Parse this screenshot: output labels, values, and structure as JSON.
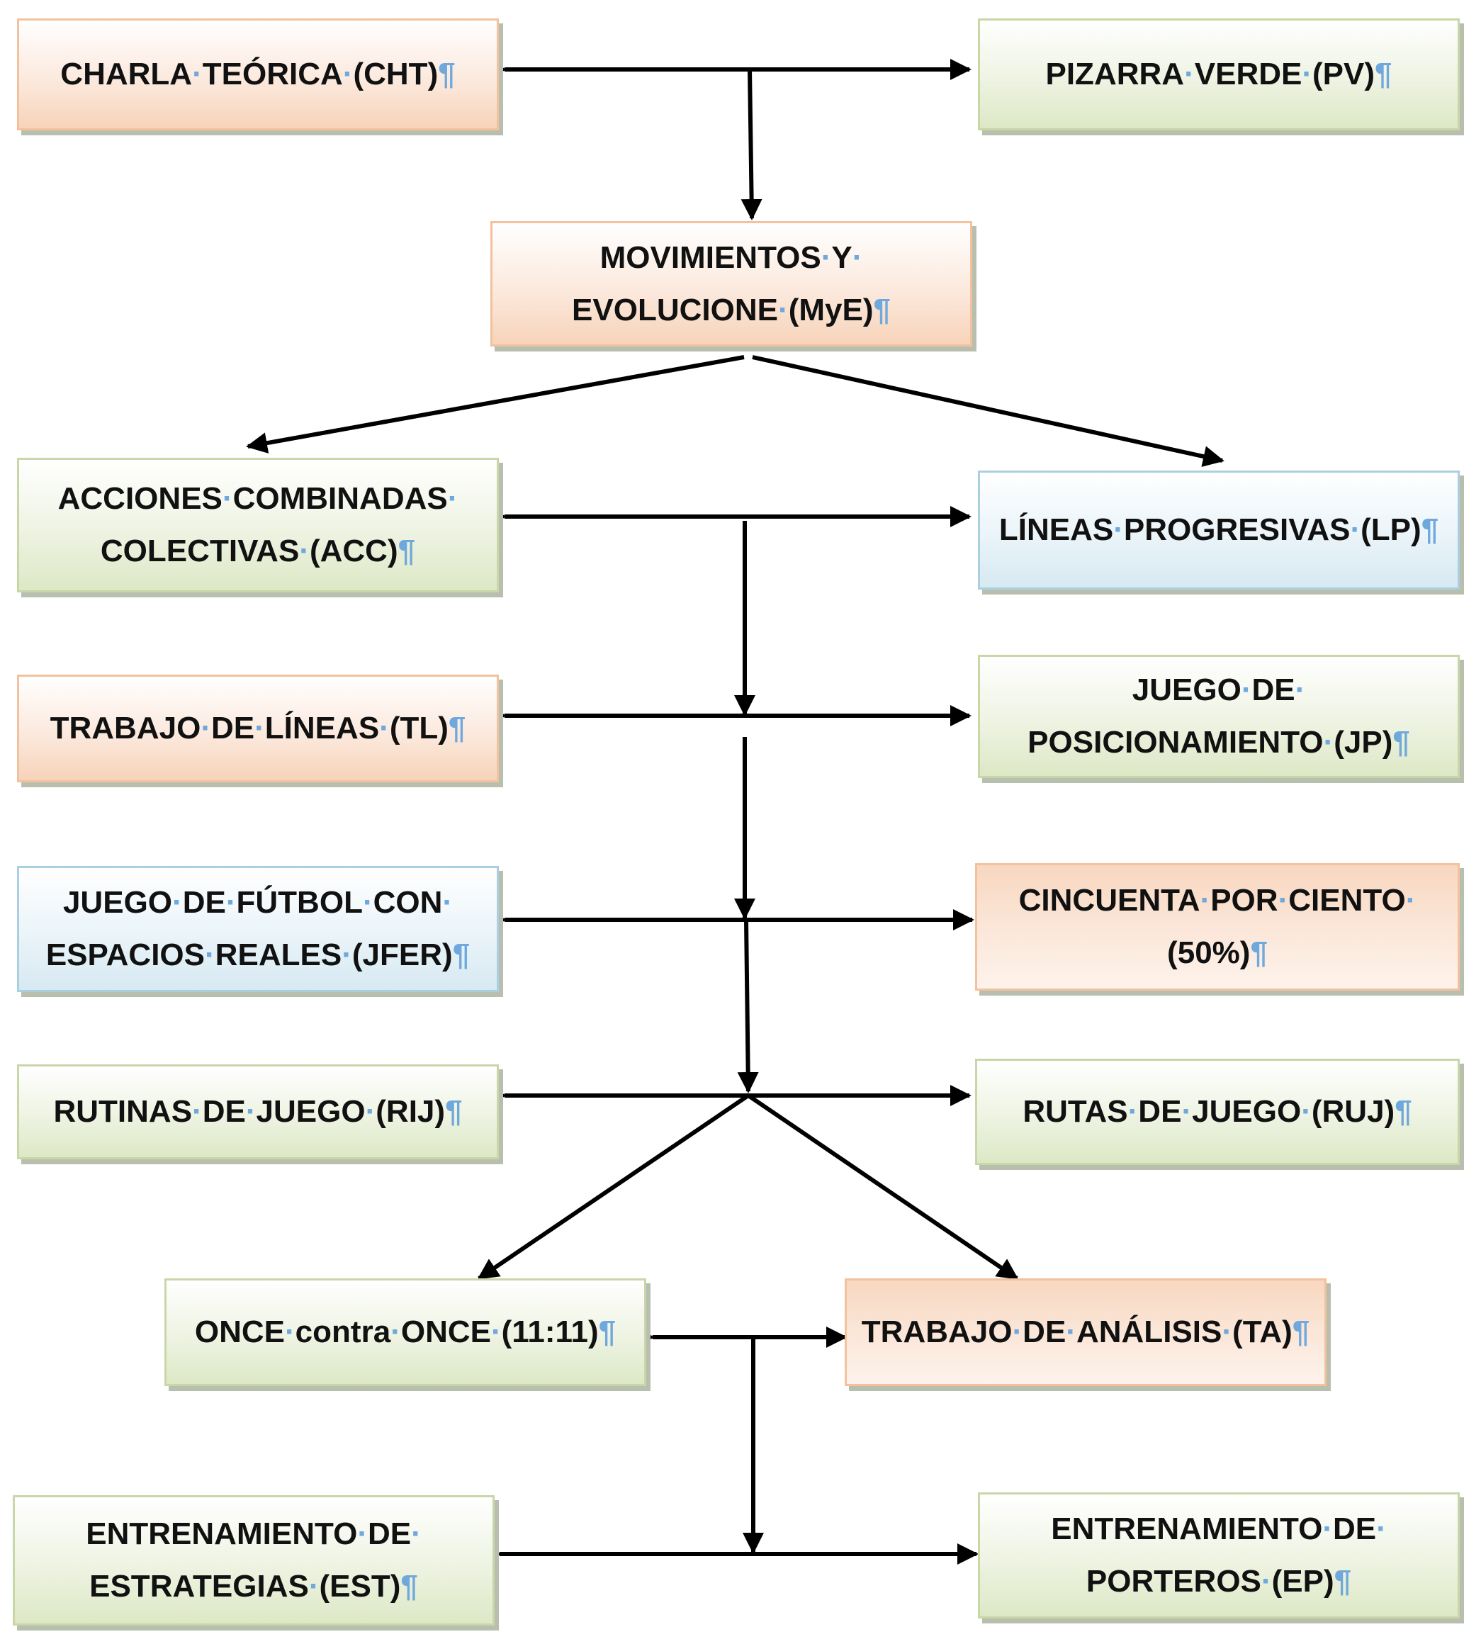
{
  "colors": {
    "orange": "#f7d3b9",
    "green": "#dde8c6",
    "blue": "#d7e9f2",
    "connector": "#000000",
    "pilcrow": "#6fa8dc"
  },
  "boxes": [
    {
      "id": "cht",
      "style": "orange",
      "lines": [
        "CHARLA·TEÓRICA·(CHT)¶"
      ]
    },
    {
      "id": "pv",
      "style": "green",
      "lines": [
        "PIZARRA·VERDE·(PV)¶"
      ]
    },
    {
      "id": "mye",
      "style": "orange",
      "lines": [
        "MOVIMIENTOS·Y·",
        "EVOLUCIONE·(MyE)¶"
      ]
    },
    {
      "id": "acc",
      "style": "green",
      "lines": [
        "ACCIONES·COMBINADAS·",
        "COLECTIVAS·(ACC)¶"
      ]
    },
    {
      "id": "lp",
      "style": "blue",
      "lines": [
        "LÍNEAS·PROGRESIVAS·(LP)¶"
      ]
    },
    {
      "id": "tl",
      "style": "orange",
      "lines": [
        "TRABAJO·DE·LÍNEAS·(TL)¶"
      ]
    },
    {
      "id": "jp",
      "style": "green",
      "lines": [
        "JUEGO·DE·",
        "POSICIONAMIENTO·(JP)¶"
      ]
    },
    {
      "id": "jfer",
      "style": "blue",
      "lines": [
        "JUEGO·DE·FÚTBOL·CON·",
        "ESPACIOS·REALES·(JFER)¶"
      ]
    },
    {
      "id": "p50",
      "style": "orange-solid",
      "lines": [
        "CINCUENTA·POR·CIENTO·",
        "(50%)¶"
      ]
    },
    {
      "id": "rij",
      "style": "green",
      "lines": [
        "RUTINAS·DE·JUEGO·(RIJ)¶"
      ]
    },
    {
      "id": "ruj",
      "style": "green",
      "lines": [
        "RUTAS·DE·JUEGO·(RUJ)¶"
      ]
    },
    {
      "id": "once",
      "style": "green",
      "lines": [
        "ONCE·contra·ONCE·(11:11)¶"
      ]
    },
    {
      "id": "ta",
      "style": "orange-solid",
      "lines": [
        "TRABAJO·DE·ANÁLISIS·(TA)¶"
      ]
    },
    {
      "id": "est",
      "style": "green",
      "lines": [
        "ENTRENAMIENTO·DE·",
        "ESTRATEGIAS·(EST)¶"
      ]
    },
    {
      "id": "ep",
      "style": "green",
      "lines": [
        "ENTRENAMIENTO·DE·",
        "PORTEROS·(EP)¶"
      ]
    }
  ]
}
